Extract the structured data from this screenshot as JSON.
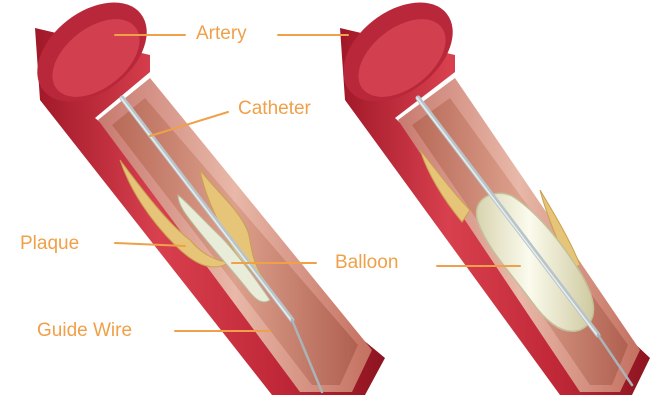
{
  "labels": {
    "artery": "Artery",
    "catheter": "Catheter",
    "plaque": "Plaque",
    "balloon": "Balloon",
    "guide_wire": "Guide Wire"
  },
  "colors": {
    "label_text": "#f0a048",
    "leader_line": "#f0a048",
    "artery_outer": "#c8283a",
    "artery_inner_wall": "#e8b0a0",
    "plaque": "#e8c878",
    "balloon": "#f0f0dc",
    "catheter_wire": "#b8c4c8",
    "background": "#ffffff"
  },
  "panels": [
    {
      "name": "before-inflation",
      "balloon_state": "deflated"
    },
    {
      "name": "after-inflation",
      "balloon_state": "inflated"
    }
  ]
}
